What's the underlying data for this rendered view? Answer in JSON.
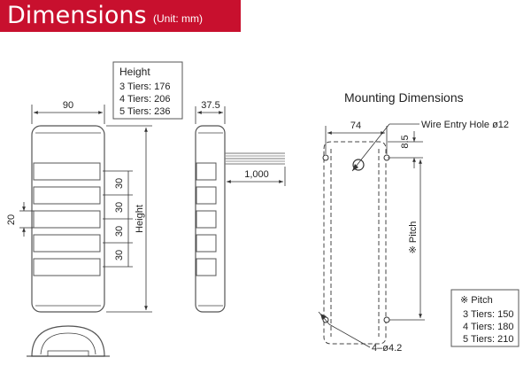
{
  "header": {
    "title": "Dimensions",
    "unit": "(Unit: mm)",
    "color": "#c8102e"
  },
  "front": {
    "width": "90",
    "height_label": "Height",
    "tier_height": "20",
    "pitches": [
      "30",
      "30",
      "30",
      "30"
    ]
  },
  "height_box": {
    "title": "Height",
    "rows": [
      "3 Tiers: 176",
      "4 Tiers: 206",
      "5 Tiers: 236"
    ]
  },
  "side": {
    "depth": "37.5",
    "cable": "1,000"
  },
  "mounting": {
    "title": "Mounting Dimensions",
    "width": "74",
    "hole_label": "Wire Entry Hole ø12",
    "offset": "8.5",
    "pitch_label": "※ Pitch",
    "screws": "4–ø4.2"
  },
  "pitch_box": {
    "title": "※ Pitch",
    "rows": [
      "3 Tiers: 150",
      "4 Tiers: 180",
      "5 Tiers: 210"
    ]
  }
}
